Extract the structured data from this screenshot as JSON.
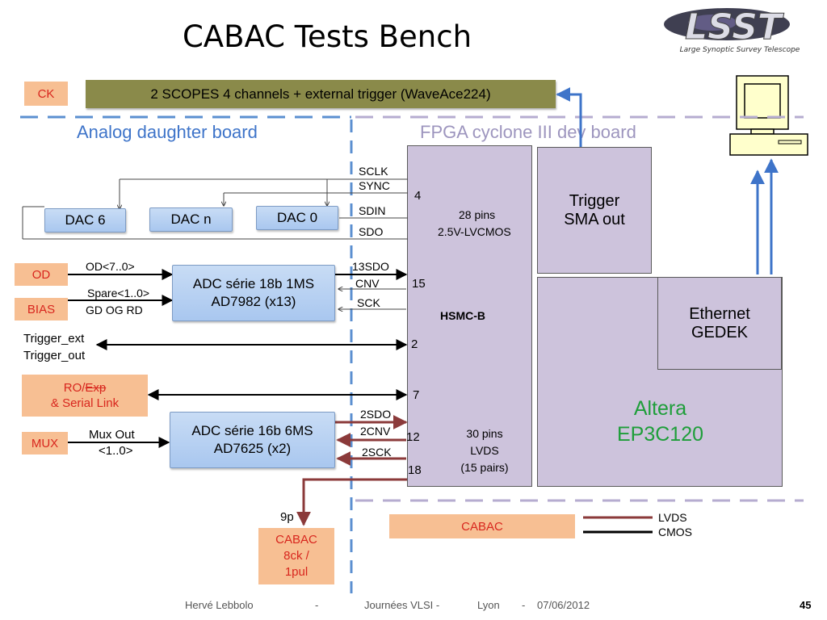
{
  "title": "CABAC Tests Bench",
  "logo": {
    "wordmark": "LSST",
    "tagline": "Large Synoptic Survey Telescope"
  },
  "top": {
    "ck": "CK",
    "scopes": "2 SCOPES 4 channels + external trigger (WaveAce224)"
  },
  "sections": {
    "analog": "Analog daughter board",
    "fpga": "FPGA cyclone III dev board"
  },
  "dac": {
    "dac6": "DAC 6",
    "dacn": "DAC n",
    "dac0": "DAC 0"
  },
  "signals": {
    "sclk": "SCLK",
    "sync": "SYNC",
    "sdin": "SDIN",
    "sdo": "SDO",
    "sdo13": "13SDO",
    "cnv": "CNV",
    "sck": "SCK",
    "sdo2": "2SDO",
    "cnv2": "2CNV",
    "sck2": "2SCK"
  },
  "counts": {
    "c4": "4",
    "c15": "15",
    "c2": "2",
    "c7": "7",
    "c12": "12",
    "c18": "18",
    "p9": "9p"
  },
  "pins": {
    "p28a": "28 pins",
    "p28b": "2.5V-LVCMOS",
    "p30a": "30 pins",
    "p30b": "LVDS",
    "p30c": "(15 pairs)",
    "hsmc": "HSMC-B"
  },
  "inputs": {
    "od": "OD",
    "od_sig": "OD<7..0>",
    "bias": "BIAS",
    "spare": "Spare<1..0>",
    "gd": "GD OG RD",
    "trig_ext": "Trigger_ext",
    "trig_out": "Trigger_out",
    "ro_a": "RO/",
    "ro_b": "Exp",
    "ro_c": "& Serial Link",
    "mux": "MUX",
    "muxout_a": "Mux Out",
    "muxout_b": "<1..0>"
  },
  "adc1": {
    "l1": "ADC série 18b 1MS",
    "l2": "AD7982 (x13)"
  },
  "adc2": {
    "l1": "ADC série 16b 6MS",
    "l2": "AD7625 (x2)"
  },
  "trigger": {
    "l1": "Trigger",
    "l2": "SMA out"
  },
  "ethernet": {
    "l1": "Ethernet",
    "l2": "GEDEK"
  },
  "altera": {
    "l1": "Altera",
    "l2": "EP3C120"
  },
  "cabac_bottom": {
    "l1": "CABAC",
    "l2": "8ck /",
    "l3": "1pul"
  },
  "legend": {
    "cabac": "CABAC",
    "lvds": "LVDS",
    "cmos": "CMOS"
  },
  "footer": {
    "author": "Hervé Lebbolo",
    "dash1": "-",
    "event": "Journées VLSI -",
    "city": "Lyon",
    "dash2": "-",
    "date": "07/06/2012",
    "page": "45"
  },
  "colors": {
    "accent_blue": "#3e74c9",
    "dash_blue": "#5b8fd0",
    "dash_lilac": "#b6acd0",
    "brown": "#8b3a3a",
    "green": "#1e9e3a",
    "peach": "#f7bf93",
    "red": "#d8261e"
  }
}
